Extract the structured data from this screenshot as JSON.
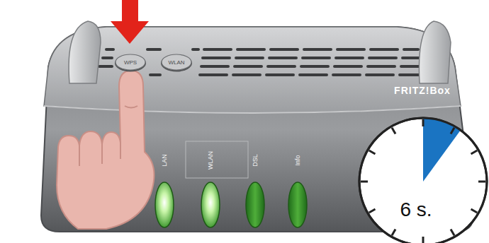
{
  "diagram": {
    "nodes": [
      {
        "text": [
          "WPS"
        ]
      },
      {
        "text": [
          "WLAN"
        ]
      },
      {
        "text": [
          "6 s."
        ]
      }
    ],
    "labels": [
      "FRITZ!Box",
      "LAN",
      "WLAN",
      "DSL",
      "Info"
    ]
  }
}
